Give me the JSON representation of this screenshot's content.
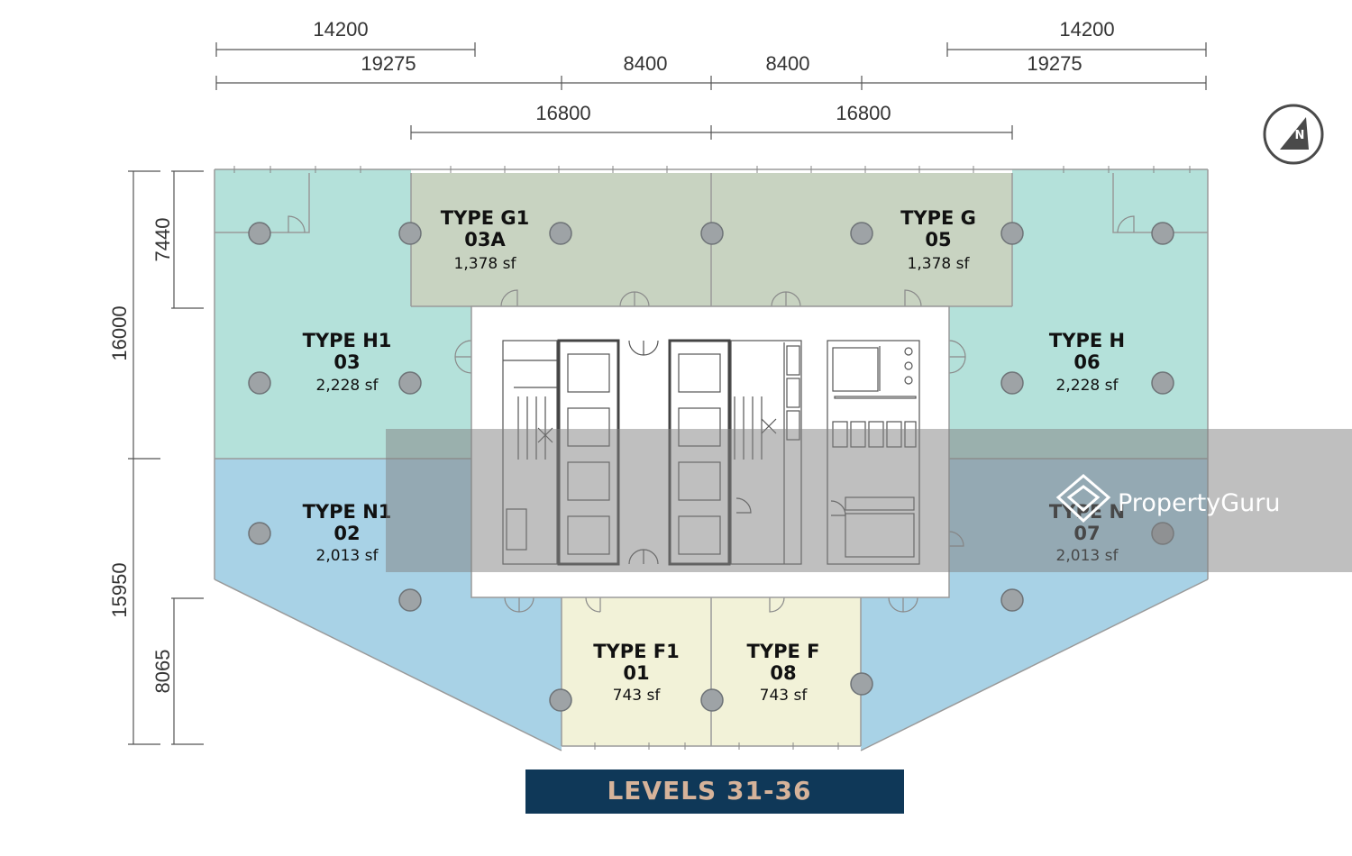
{
  "colors": {
    "teal": "#b4e1da",
    "sage": "#c8d3c1",
    "blue": "#a8d2e6",
    "cream": "#f2f2d8",
    "column": "#9ea3a6",
    "banner": "#0f3858",
    "banner_text": "#d6b39a",
    "watermark": "#808080"
  },
  "dimensions": {
    "top": [
      "14200",
      "19275",
      "8400",
      "8400",
      "14200",
      "19275",
      "16800",
      "16800"
    ],
    "left": [
      "7440",
      "16000",
      "15950",
      "8065"
    ]
  },
  "units": [
    {
      "type": "TYPE G1",
      "number": "03A",
      "area": "1,378 sf"
    },
    {
      "type": "TYPE G",
      "number": "05",
      "area": "1,378 sf"
    },
    {
      "type": "TYPE H1",
      "number": "03",
      "area": "2,228 sf"
    },
    {
      "type": "TYPE H",
      "number": "06",
      "area": "2,228 sf"
    },
    {
      "type": "TYPE N1",
      "number": "02",
      "area": "2,013 sf"
    },
    {
      "type": "TYPE N",
      "number": "07",
      "area": "2,013 sf"
    },
    {
      "type": "TYPE F1",
      "number": "01",
      "area": "743 sf"
    },
    {
      "type": "TYPE F",
      "number": "08",
      "area": "743 sf"
    }
  ],
  "compass": {
    "letter": "N",
    "icon": "north-arrow-icon"
  },
  "banner": {
    "label": "LEVELS 31-36"
  },
  "watermark": {
    "brand": "PropertyGuru",
    "logo_icon": "propertyguru-logo-icon"
  }
}
